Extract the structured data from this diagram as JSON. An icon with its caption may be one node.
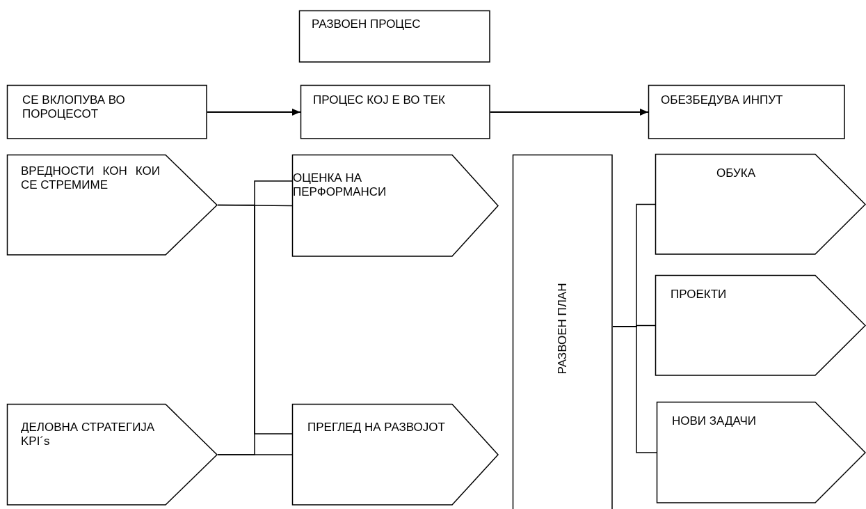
{
  "diagram": {
    "nodes": [
      {
        "text": [
          "РАЗВОЕН ПРОЦЕС"
        ]
      },
      {
        "text": [
          "СЕ ВКЛОПУВА ВО ПОРОЦЕСОТ"
        ]
      },
      {
        "text": [
          "ПРОЦЕС КОЈ Е ВО ТЕК"
        ]
      },
      {
        "text": [
          "ОБЕЗБЕДУВА ИНПУТ"
        ]
      },
      {
        "text": [
          "ВРЕДНОСТИ КОН КОИ СЕ СТРЕМИМЕ"
        ]
      },
      {
        "text": [
          "ОЦЕНКА НА ПЕРФОРМАНСИ"
        ]
      },
      {
        "text": [
          "РАЗВОЕН ПЛАН"
        ]
      },
      {
        "text": [
          "ОБУКА"
        ]
      },
      {
        "text": [
          "ПРОЕКТИ"
        ]
      },
      {
        "text": [
          "ДЕЛОВНА СТРАТЕГИЈА KPI´s"
        ]
      },
      {
        "text": [
          "ПРЕГЛЕД НА РАЗВОЈОТ"
        ]
      },
      {
        "text": [
          "НОВИ ЗАДАЧИ"
        ]
      }
    ],
    "edges": [
      {
        "from": 1,
        "to": 2,
        "arrow": "to"
      },
      {
        "from": 2,
        "to": 3,
        "arrow": "to"
      },
      {
        "from": 4,
        "to": 5,
        "arrow": "none"
      },
      {
        "from": 4,
        "to": 10,
        "arrow": "none"
      },
      {
        "from": 9,
        "to": 5,
        "arrow": "none"
      },
      {
        "from": 9,
        "to": 10,
        "arrow": "none"
      },
      {
        "from": 6,
        "to": 7,
        "arrow": "none"
      },
      {
        "from": 6,
        "to": 8,
        "arrow": "none"
      },
      {
        "from": 6,
        "to": 11,
        "arrow": "none"
      }
    ]
  }
}
